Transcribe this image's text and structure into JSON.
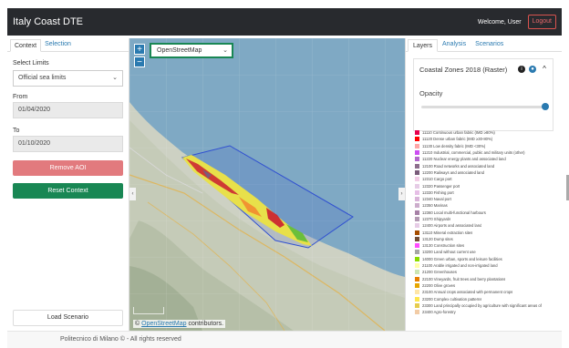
{
  "app": {
    "title": "Italy Coast DTE",
    "welcome": "Welcome, User",
    "logout": "Logout"
  },
  "left": {
    "tabs": [
      "Context",
      "Selection"
    ],
    "select_limits_label": "Select Limits",
    "select_limits_value": "Official sea limits",
    "from_label": "From",
    "from_value": "01/04/2020",
    "to_label": "To",
    "to_value": "01/10/2020",
    "remove_aoi": "Remove AOI",
    "reset_context": "Reset Context",
    "load_scenario": "Load Scenario"
  },
  "map": {
    "zoom_in": "+",
    "zoom_out": "−",
    "basemap": "OpenStreetMap",
    "attribution_prefix": "©",
    "attribution_link": "OpenStreetMap",
    "attribution_suffix": "contributors."
  },
  "right": {
    "tabs": [
      "Layers",
      "Analysis",
      "Scenarios"
    ],
    "layer_title": "Coastal Zones 2018 (Raster)",
    "opacity_label": "Opacity",
    "opacity_value": 1.0,
    "legend": [
      {
        "color": "#e6004d",
        "label": "11110 Continuous urban fabric (IMD ≥80%)"
      },
      {
        "color": "#ff0000",
        "label": "11120 Dense urban fabric (IMD ≥30-80%)"
      },
      {
        "color": "#ffa6a6",
        "label": "11130 Low density fabric (IMD <30%)"
      },
      {
        "color": "#cc4df2",
        "label": "11210 Industrial, commercial, public and military units (other)"
      },
      {
        "color": "#b366cc",
        "label": "11220 Nuclear energy plants and associated land"
      },
      {
        "color": "#8c6e8c",
        "label": "12100 Road networks and associated land"
      },
      {
        "color": "#7a5c7a",
        "label": "12200 Railways and associated land"
      },
      {
        "color": "#f2cce6",
        "label": "12310 Cargo port"
      },
      {
        "color": "#e6cce6",
        "label": "12320 Passenger port"
      },
      {
        "color": "#e6bfe6",
        "label": "12330 Fishing port"
      },
      {
        "color": "#d9b3d9",
        "label": "12340 Naval port"
      },
      {
        "color": "#ccadcc",
        "label": "12350 Marinas"
      },
      {
        "color": "#a680a6",
        "label": "12360 Local multi-functional harbours"
      },
      {
        "color": "#b399b3",
        "label": "12370 Shipyards"
      },
      {
        "color": "#e6cce6",
        "label": "12400 Airports and associated land"
      },
      {
        "color": "#a64d00",
        "label": "13110 Mineral extraction sites"
      },
      {
        "color": "#734d37",
        "label": "13120 Dump sites"
      },
      {
        "color": "#ff4dff",
        "label": "13130 Construction sites"
      },
      {
        "color": "#a6a6a6",
        "label": "13200 Land without current use"
      },
      {
        "color": "#8cdc00",
        "label": "14000 Green urban, sports and leisure facilities"
      },
      {
        "color": "#ffffa8",
        "label": "21100 Arable irrigated and non-irrigated land"
      },
      {
        "color": "#cce6b3",
        "label": "21200 Greenhouses"
      },
      {
        "color": "#e68000",
        "label": "22100 Vineyards, fruit trees and berry plantations"
      },
      {
        "color": "#e6a600",
        "label": "22200 Olive groves"
      },
      {
        "color": "#ffe6a6",
        "label": "23100 Annual crops associated with permanent crops"
      },
      {
        "color": "#ffe64d",
        "label": "23200 Complex cultivation patterns"
      },
      {
        "color": "#e6cc4d",
        "label": "23300 Land principally occupied by agriculture with significant areas of"
      },
      {
        "color": "#f2cca6",
        "label": "23400 Agro-forestry"
      }
    ]
  },
  "footer": {
    "text": "Politecnico di Milano © - All rights reserved"
  },
  "colors": {
    "accent": "#2a7ab0",
    "danger": "#e27a7e",
    "success": "#198754",
    "navbar": "#282a2e"
  }
}
